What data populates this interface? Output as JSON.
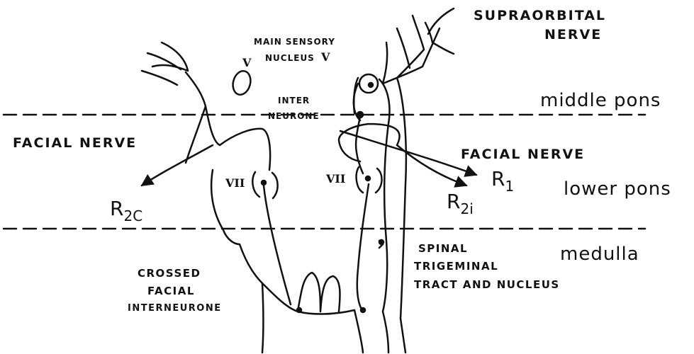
{
  "labels": {
    "supraorbital_nerve": [
      "SUPRAORBITAL",
      "NERVE"
    ],
    "main_sensory_nucleus": [
      "MAIN SENSORY",
      "NUCLEUS"
    ],
    "nucleus_roman_left": "V",
    "nucleus_roman_right": "V",
    "interneurone": [
      "INTER",
      "NEURONE"
    ],
    "middle_pons": "middle pons",
    "lower_pons": "lower pons",
    "medulla": "medulla",
    "facial_nerve_left": "FACIAL NERVE",
    "facial_nerve_right": "FACIAL NERVE",
    "vii_left": "VII",
    "vii_right": "VII",
    "r1": {
      "base": "R",
      "sub": "1"
    },
    "r2c": {
      "base": "R",
      "sub": "2C"
    },
    "r2i": {
      "base": "R",
      "sub": "2i"
    },
    "spinal_trigeminal": [
      "SPINAL",
      "TRIGEMINAL",
      "TRACT AND NUCLEUS"
    ],
    "crossed_facial": [
      "CROSSED",
      "FACIAL",
      "INTERNEURONE"
    ]
  },
  "colors": {
    "ink": "#111111",
    "background": "#ffffff"
  }
}
